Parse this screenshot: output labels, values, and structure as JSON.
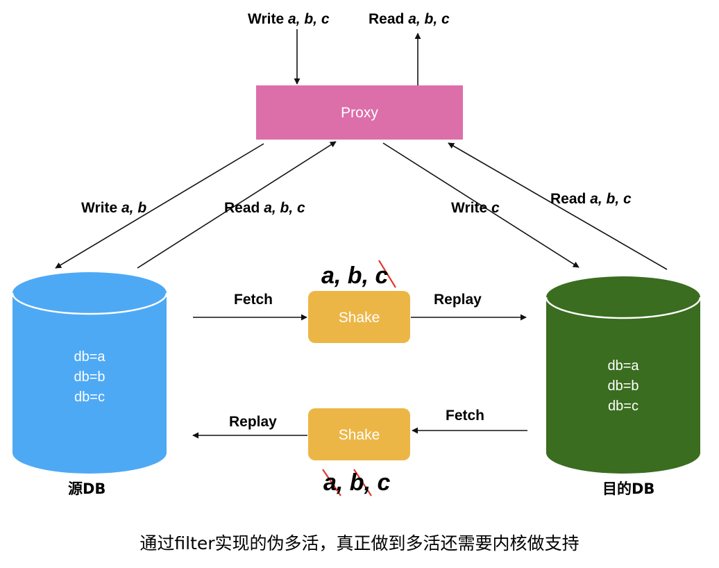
{
  "proxy": {
    "label": "Proxy"
  },
  "top_write": {
    "prefix": "Write",
    "vars": "a, b, c"
  },
  "top_read": {
    "prefix": "Read",
    "vars": "a, b, c"
  },
  "left_write": {
    "prefix": "Write",
    "vars": "a, b"
  },
  "left_read": {
    "prefix": "Read",
    "vars": "a, b, c"
  },
  "right_write": {
    "prefix": "Write",
    "vars": "c"
  },
  "right_read": {
    "prefix": "Read",
    "vars": "a, b, c"
  },
  "source_db": {
    "name": "源DB",
    "lines": [
      "db=a",
      "db=b",
      "db=c"
    ],
    "color": "#4ea9f5"
  },
  "target_db": {
    "name": "目的DB",
    "lines": [
      "db=a",
      "db=b",
      "db=c"
    ],
    "color": "#3a6d1f"
  },
  "shake_top": {
    "label": "Shake",
    "fetch": "Fetch",
    "replay": "Replay",
    "vars": "a, b, c",
    "crossed": [
      "c"
    ]
  },
  "shake_bottom": {
    "label": "Shake",
    "fetch": "Fetch",
    "replay": "Replay",
    "vars": "a, b, c",
    "crossed": [
      "a",
      "b"
    ]
  },
  "caption": "通过filter实现的伪多活，真正做到多活还需要内核做支持",
  "colors": {
    "proxy": "#dc6faa",
    "shake": "#ecb646",
    "strike": "#e0382c",
    "arrow": "#111111"
  }
}
